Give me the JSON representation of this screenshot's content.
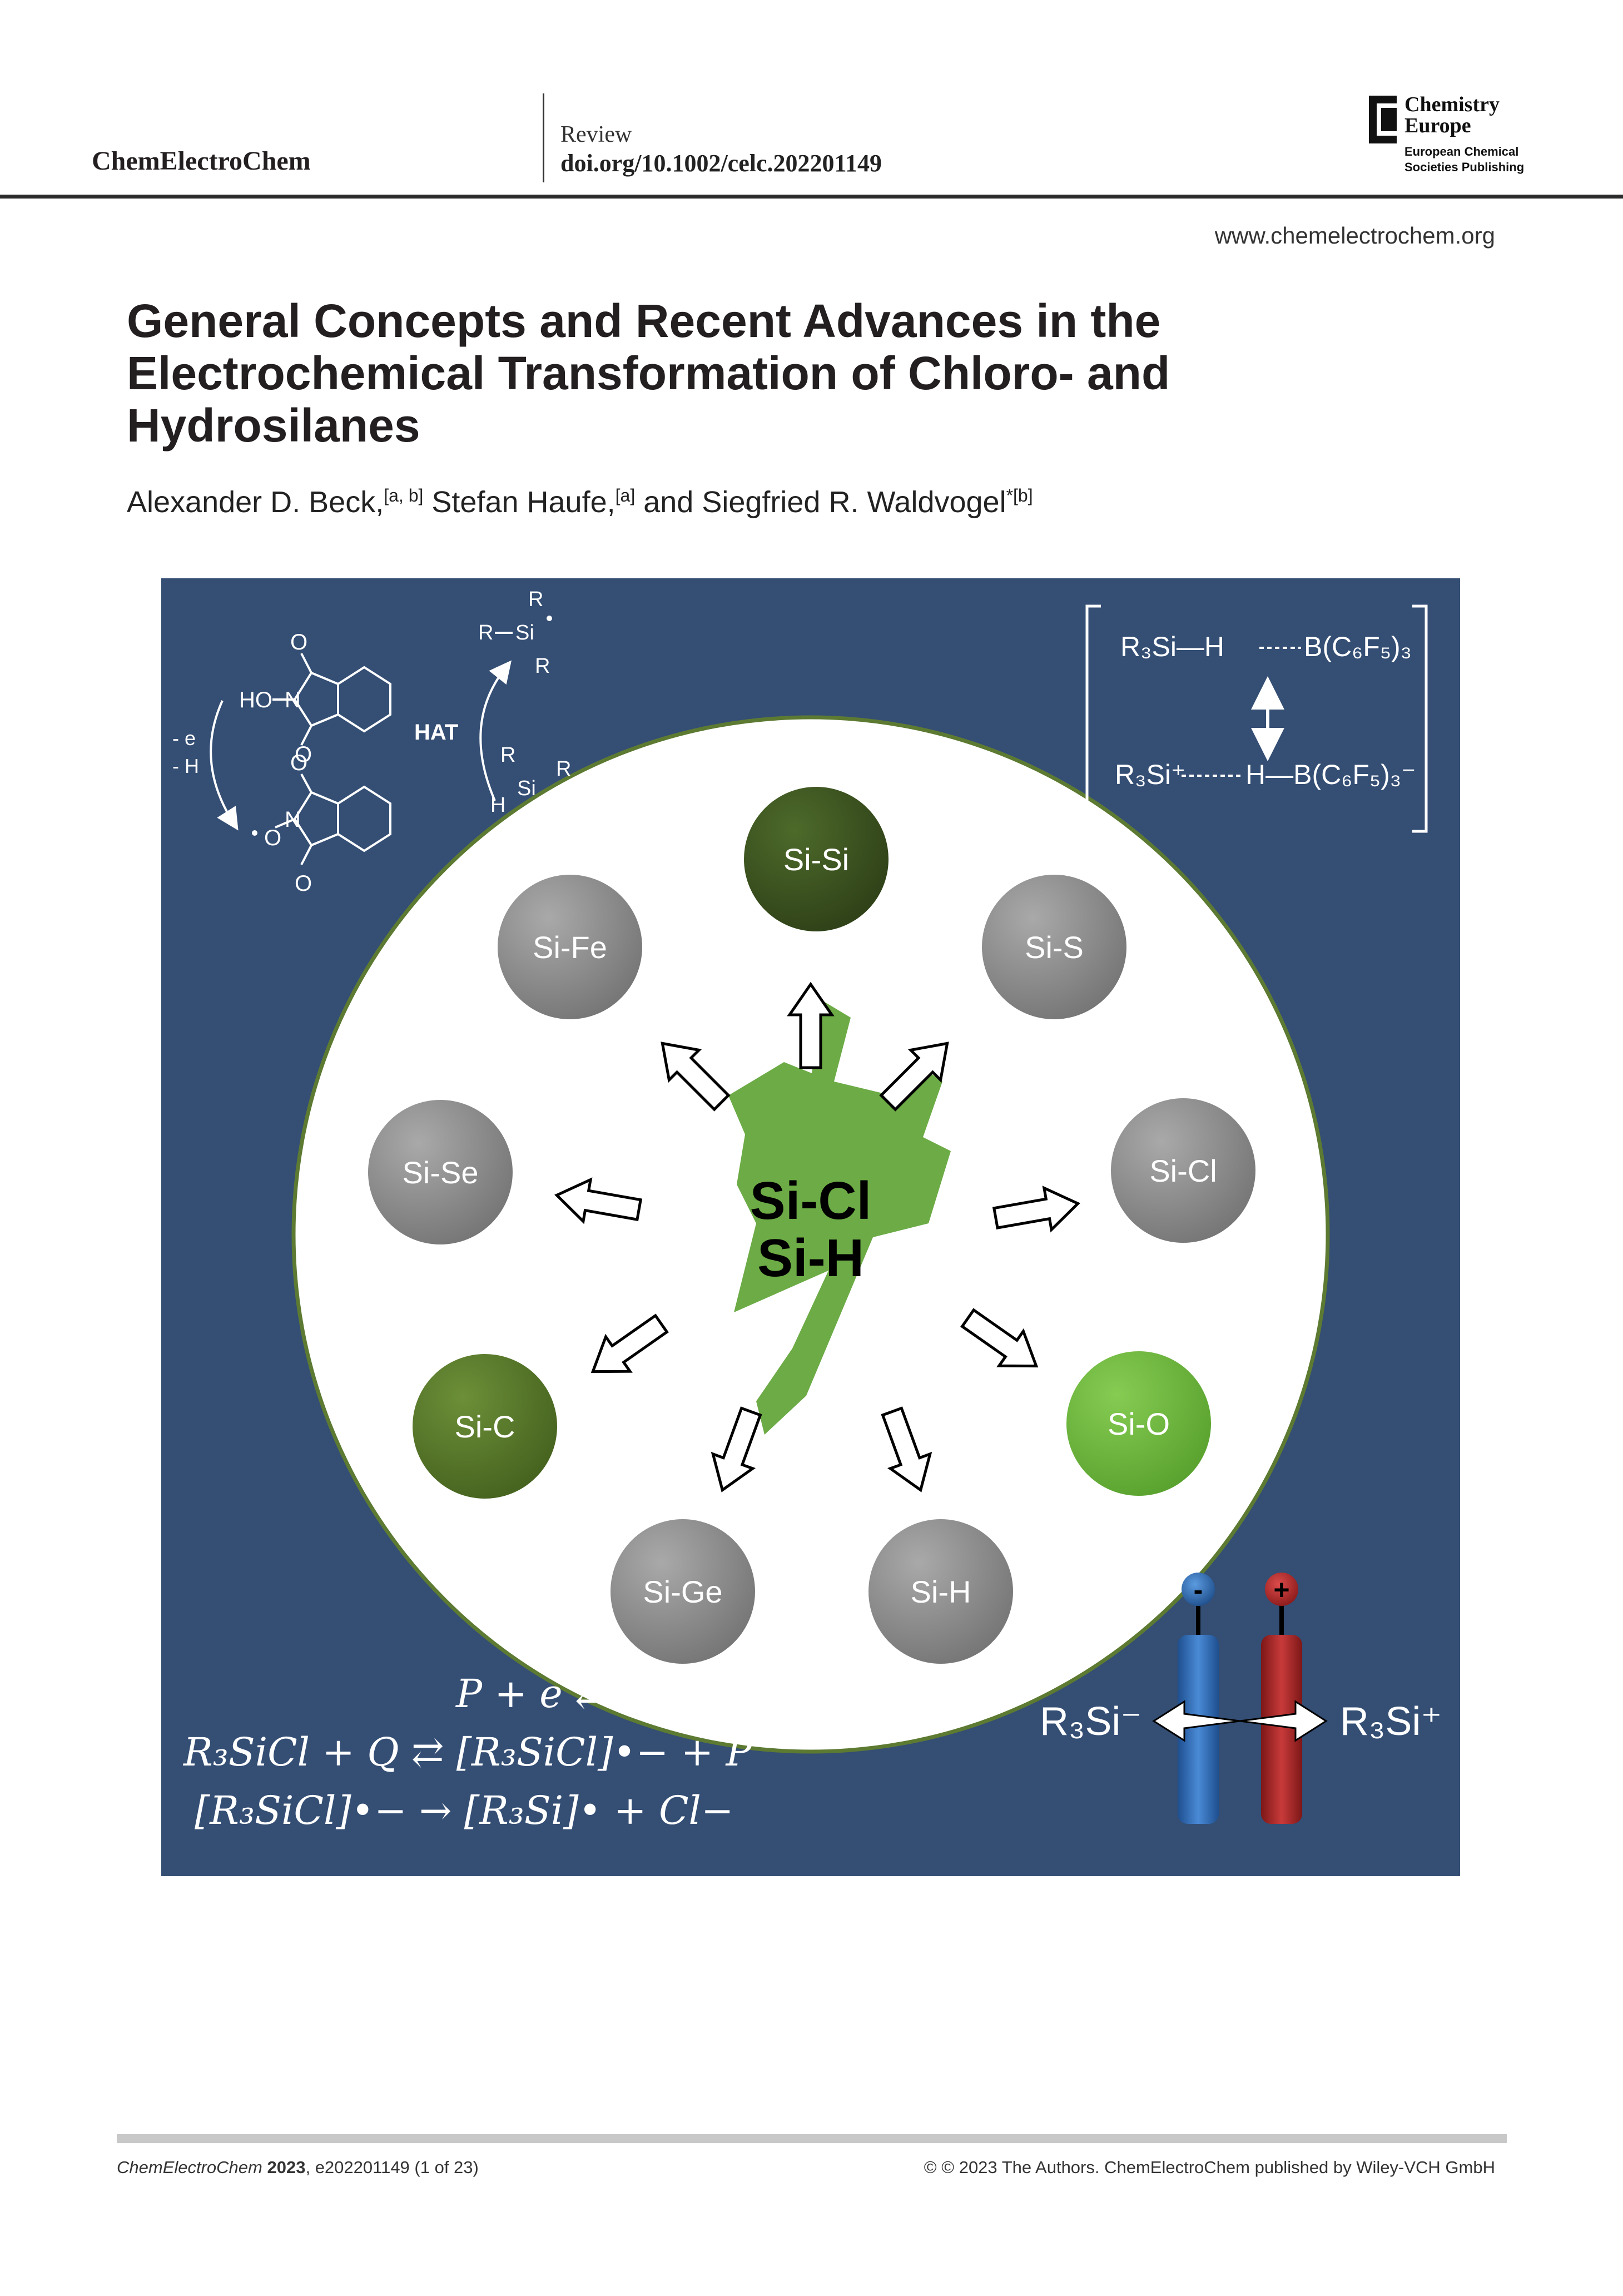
{
  "header": {
    "journal": "ChemElectroChem",
    "article_type": "Review",
    "doi": "doi.org/10.1002/celc.202201149",
    "publisher_logo": {
      "line1": "Chemistry",
      "line2": "Europe",
      "sub1": "European Chemical",
      "sub2": "Societies Publishing"
    },
    "website": "www.chemelectrochem.org"
  },
  "article": {
    "title": "General Concepts and Recent Advances in the Electrochemical Transformation of Chloro- and Hydrosilanes",
    "authors": [
      {
        "name": "Alexander D. Beck,",
        "aff": "[a, b]"
      },
      {
        "name": "Stefan Haufe,",
        "aff": "[a]"
      },
      {
        "name": "and Siegfried R. Waldvogel",
        "aff": "*[b]"
      }
    ]
  },
  "figure": {
    "center_line1": "Si-Cl",
    "center_line2": "Si-H",
    "bonds": [
      "Si-Si",
      "Si-S",
      "Si-Cl",
      "Si-O",
      "Si-H",
      "Si-Ge",
      "Si-C",
      "Si-Se",
      "Si-Fe"
    ],
    "colors": {
      "background": "#344e74",
      "circle_border": "#5d7a32",
      "bolt": "#6cab45",
      "node_gray": "#8c8c8c",
      "node_dark_green": "#3e5420",
      "node_olive": "#5a7a2c",
      "node_light_green": "#6fb83f",
      "electrode_neg": "#2e6fbd",
      "electrode_pos": "#b02a2a"
    },
    "hat": {
      "label": "HAT",
      "electron_loss": "- e",
      "proton_loss": "- H",
      "oxygen": "O",
      "nitrogen": "N",
      "hydroxy": "HO",
      "silyl_r": "R",
      "silyl_si": "Si",
      "silyl_h": "H"
    },
    "frustrated_pair": {
      "top_left": "R₃Si—H",
      "top_right": "B(C₆F₅)₃",
      "bottom_left": "R₃Si⁺",
      "bottom_right": "H—B(C₆F₅)₃⁻"
    },
    "equations": [
      "P + e ⇄ Q",
      "R₃SiCl + Q ⇄ [R₃SiCl]•− + P",
      "[R₃SiCl]•− → [R₃Si]• + Cl−"
    ],
    "electrodes": {
      "neg_sign": "-",
      "pos_sign": "+",
      "left_label": "R₃Si⁻",
      "right_label": "R₃Si⁺"
    }
  },
  "footer": {
    "journal_italic": "ChemElectroChem",
    "year": "2023",
    "citation": ", e202201149 (1 of 23)",
    "copyright": "© © 2023 The Authors. ChemElectroChem published by Wiley-VCH GmbH"
  }
}
